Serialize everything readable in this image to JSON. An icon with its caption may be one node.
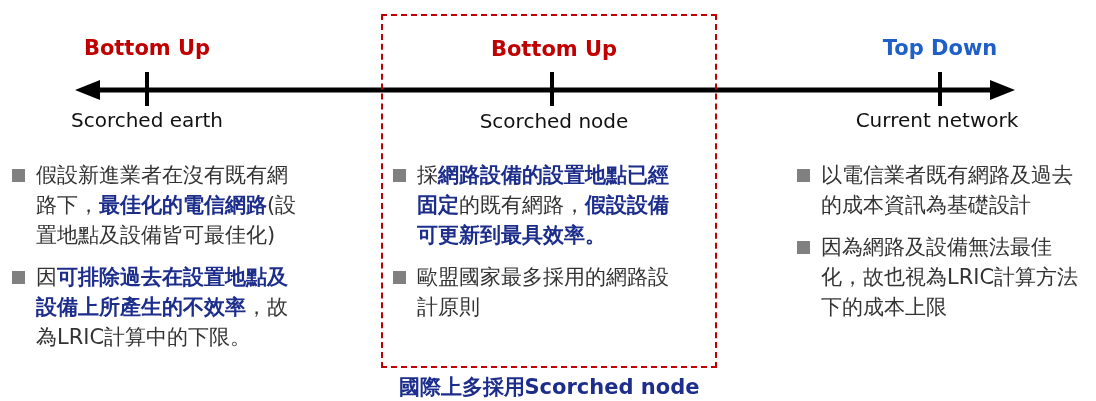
{
  "diagram": {
    "nodes": [
      {
        "text": [
          "Bottom Up",
          "Scorched node",
          "採**網路設備的設置地點已經固定**的既有網路，**假設設備可更新到最具效率。**",
          "歐盟國家最多採用的網路設計原則"
        ],
        "beside": [
          "國際上多採用Scorched node"
        ]
      }
    ],
    "labels": [
      "Bottom Up",
      "Scorched earth",
      "假設新進業者在沒有既有網路下，**最佳化的電信網路**(設置地點及設備皆可最佳化)",
      "因**可排除過去在設置地點及設備上所產生的不效率**，故為LRIC計算中的下限。",
      "Top Down",
      "Current network",
      "以電信業者既有網路及過去的成本資訊為基礎設計",
      "因為網路及設備無法最佳化，故也視為LRIC計算方法下的成本上限"
    ]
  }
}
